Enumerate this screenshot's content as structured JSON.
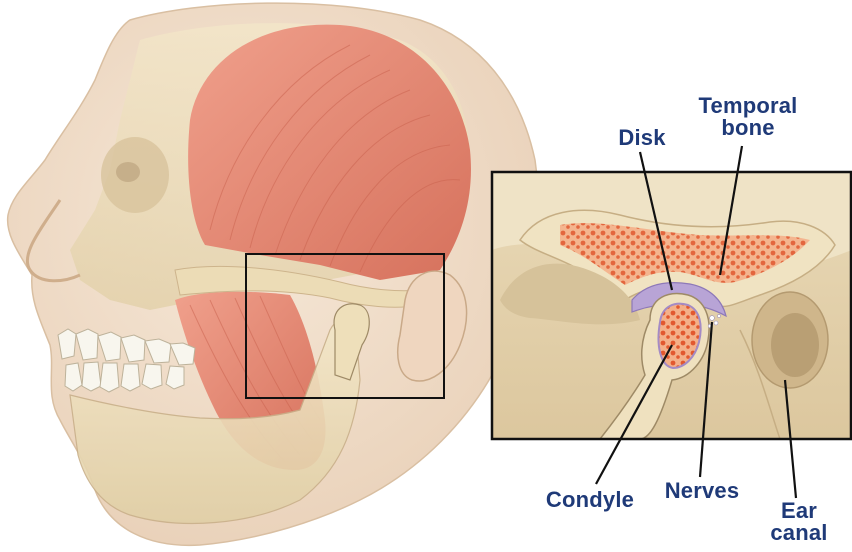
{
  "labels": {
    "disk": "Disk",
    "temporal_bone": [
      "Temporal",
      "bone"
    ],
    "condyle": "Condyle",
    "nerves": "Nerves",
    "ear_canal": [
      "Ear",
      "canal"
    ]
  },
  "colors": {
    "label_text": "#1f3a78",
    "leader_line": "#111111",
    "frame": "#111111",
    "skin": "#f3e2cf",
    "bone": "#efe0bd",
    "muscle": "#e58a76",
    "marrow": "#e8643f",
    "disk": "#b8a4d6"
  }
}
